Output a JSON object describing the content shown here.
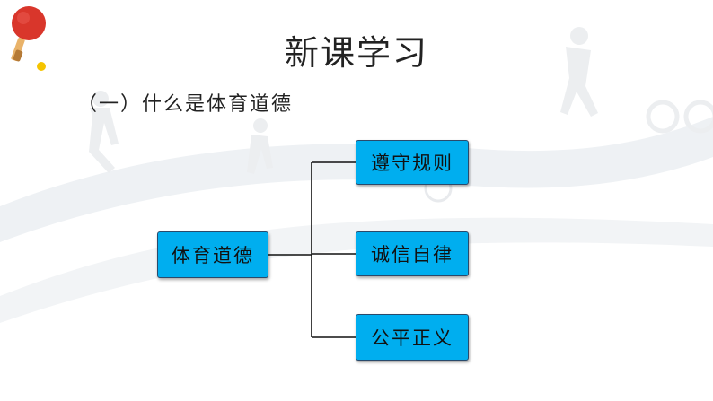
{
  "slide": {
    "title": "新课学习",
    "subtitle": "（一）什么是体育道德"
  },
  "diagram": {
    "root": "体育道德",
    "children": [
      "遵守规则",
      "诚信自律",
      "公平正义"
    ]
  },
  "colors": {
    "node_fill": "#00aeef",
    "node_border": "#2a4a6b",
    "connector": "#111111",
    "paddle_red": "#d9362b",
    "ball_yellow": "#f5c400"
  },
  "icons": [
    "table-tennis-paddle-icon",
    "table-tennis-ball-icon"
  ]
}
